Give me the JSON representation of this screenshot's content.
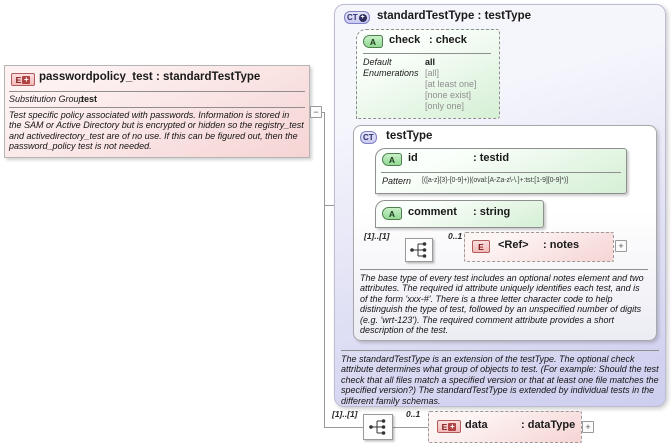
{
  "colors": {
    "attribute_green": "#d5efd5",
    "element_pink": "#f6d4d4",
    "complextype_lavender": "#cdcdee",
    "connector_gray": "#999999",
    "enum_text_gray": "#8f8f8f"
  },
  "element_box": {
    "icon_letter": "E",
    "icon_plus": "+",
    "title": "passwordpolicy_test : standardTestType",
    "substitution_group_label": "Substitution Group",
    "substitution_group_value": "test",
    "annotation": "Test specific policy associated with passwords.  Information is stored in the SAM or Active Directory but is encrypted or hidden so the registry_test and activedirectory_test are of no use.  If this can be figured out, then the password_policy test is not needed."
  },
  "collapse_toggle": "−",
  "complex_type": {
    "icon_letter": "CT",
    "icon_plus": "+",
    "title": "standardTestType : testType",
    "check": {
      "icon_letter": "A",
      "name": "check",
      "type": ": check",
      "default_label": "Default",
      "default_value": "all",
      "enumerations_label": "Enumerations",
      "enumerations": [
        "[all]",
        "[at least one]",
        "[none exist]",
        "[only one]"
      ]
    },
    "base_type": {
      "icon_letter": "CT",
      "title": "testType",
      "id_attr": {
        "icon_letter": "A",
        "name": "id",
        "type": ": testid",
        "pattern_label": "Pattern",
        "pattern_value": "[([a-z]{3}-[0-9]+)|(oval:[A-Za-z\\-\\.]+:tst:[1-9][0-9]*)]"
      },
      "comment_attr": {
        "icon_letter": "A",
        "name": "comment",
        "type": ": string"
      },
      "sequence_cardinality": "[1]..[1]",
      "notes_cardinality": "0..1",
      "notes_element": {
        "icon_letter": "E",
        "name": "<Ref>",
        "type": ": notes",
        "expand": "+"
      },
      "annotation": "The base type of every test includes an optional notes element and two attributes.  The required id attribute uniquely identifies each test, and is of the form 'xxx-#'.  There is a three letter character code to help distinguish the type of test, followed by an unspecified number of digits (e.g. 'wrt-123').  The required comment attribute provides a short description of the test."
    },
    "annotation": "The standardTestType is an extension of the testType.  The optional check attribute determines what group of objects to test.  (For example: Should the test check that all files match a specified version or that at least one file matches the specified version?)  The standardTestType is extended by individual tests in the different family schemas."
  },
  "content_row": {
    "sequence_cardinality": "[1]..[1]",
    "data_cardinality": "0..1",
    "data_element": {
      "icon_letter": "E",
      "icon_plus": "+",
      "name": "data",
      "type": ": dataType",
      "expand": "+"
    }
  }
}
